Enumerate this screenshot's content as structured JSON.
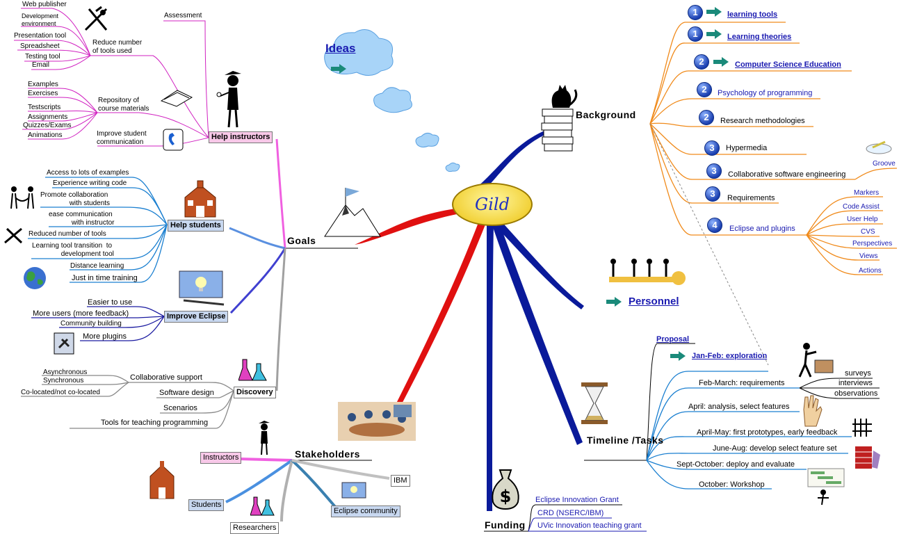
{
  "center": {
    "label": "Gild"
  },
  "ideas": {
    "label": "Ideas"
  },
  "branches": {
    "goals": "Goals",
    "background": "Background",
    "stakeholders": "Stakeholders",
    "timeline": "Timeline\n/Tasks",
    "funding": "Funding",
    "personnel": "Personnel"
  },
  "goals": {
    "help_instructors": "Help instructors",
    "assessment": "Assessment",
    "reduce_tools": "Reduce number \nof tools used",
    "tools": [
      "Web publisher",
      "Development \nenvironment",
      "Presentation tool",
      "Spreadsheet",
      "Testing tool",
      "Email"
    ],
    "repository": "Repository of \ncourse materials",
    "materials": [
      "Examples",
      "Exercises",
      "Testscripts",
      "Assignments",
      "Quizzes/Exams",
      "Animations"
    ],
    "improve_comm": "Improve student\ncommunication",
    "help_students": "Help students",
    "students_items": [
      "Access to lots of examples",
      "Experience  writing code",
      "Promote collaboration \nwith students",
      "ease communication \nwith instructor",
      "Reduced number of tools",
      "Learning tool transition  to \ndevelopment tool",
      "Distance learning",
      "Just in time training"
    ],
    "improve_eclipse": "Improve Eclipse",
    "eclipse_items": [
      "Easier to use",
      "More users (more feedback)",
      "Community building",
      "More plugins"
    ],
    "discovery": "Discovery",
    "collab_support": "Collaborative support",
    "collab_items": [
      "Asynchronous",
      "Synchronous",
      "Co-located/not co-located"
    ],
    "software_design": "Software design",
    "scenarios": "Scenarios",
    "tools_teaching": "Tools for teaching programming"
  },
  "background": {
    "items": [
      {
        "num": "1",
        "label": "learning tools",
        "link": true
      },
      {
        "num": "1",
        "label": "Learning theories",
        "link": true
      },
      {
        "num": "2",
        "label": "Computer Science Education",
        "link": true
      },
      {
        "num": "2",
        "label": "Psychology of programming",
        "link": false
      },
      {
        "num": "2",
        "label": "Research methodologies",
        "link": false
      },
      {
        "num": "3",
        "label": "Hypermedia",
        "link": false
      },
      {
        "num": "3",
        "label": "Collaborative software engineering",
        "link": false
      },
      {
        "num": "3",
        "label": "Requirements",
        "link": false
      },
      {
        "num": "4",
        "label": "Eclipse and plugins",
        "link": false
      }
    ],
    "groove": "Groove",
    "plugins": [
      "Markers",
      "Code Assist",
      "User Help",
      "CVS",
      "Perspectives",
      "Views",
      "Actions"
    ]
  },
  "timeline": {
    "proposal": "Proposal",
    "janfeb": "Jan-Feb:  \nexploration",
    "tasks": [
      "Feb-March:  requirements",
      "April:  analysis, select features",
      "April-May:  first prototypes, early feedback",
      "June-Aug:  develop select feature set",
      "Sept-October:  deploy and evaluate",
      "October:  Workshop"
    ],
    "req_items": [
      "surveys",
      "interviews",
      "observations"
    ]
  },
  "funding": {
    "items": [
      "Eclipse Innovation Grant",
      "CRD (NSERC/IBM)",
      "UVic Innovation teaching grant"
    ]
  },
  "stakeholders": {
    "instructors": "Instructors",
    "students": "Students",
    "researchers": "Researchers",
    "eclipse": "Eclipse \ncommunity",
    "ibm": "IBM"
  },
  "colors": {
    "goals_pink": "#e040c8",
    "goals_blue": "#1a7fd0",
    "background_orange": "#f08a1a",
    "trunk_blue": "#0a1a9a",
    "trunk_red": "#e01010",
    "link_blue": "#1a1ab0"
  }
}
